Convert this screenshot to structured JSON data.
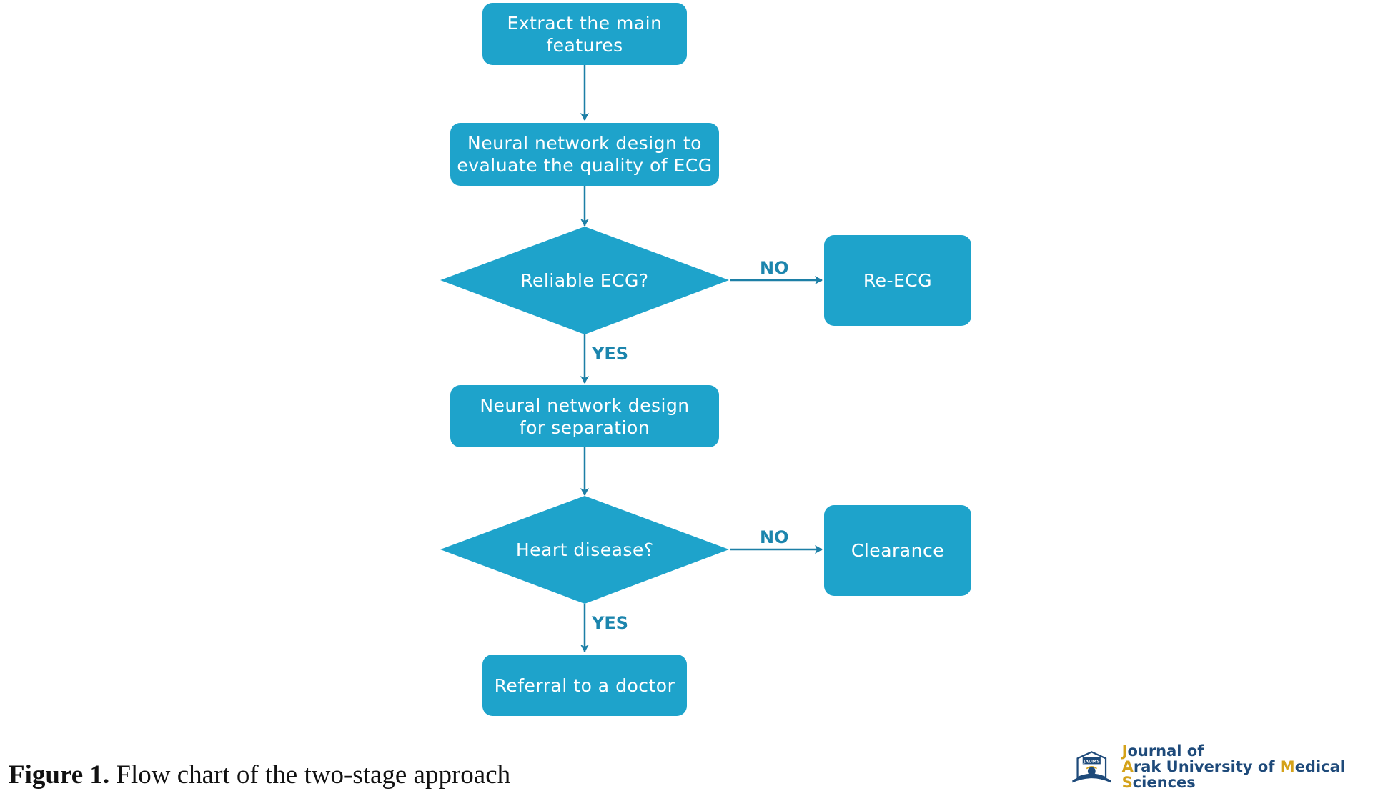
{
  "nodes": {
    "extract": "Extract the main\nfeatures",
    "nn_quality": "Neural network design to\nevaluate the quality of ECG",
    "reliable": "Reliable ECG?",
    "re_ecg": "Re-ECG",
    "nn_separation": "Neural network design\nfor separation",
    "heart": "Heart disease؟",
    "clearance": "Clearance",
    "referral": "Referral to a doctor"
  },
  "edges": {
    "no_1": "NO",
    "yes_1": "YES",
    "no_2": "NO",
    "yes_2": "YES"
  },
  "caption": {
    "label": "Figure 1.",
    "text": " Flow chart of the two-stage approach"
  },
  "logo": {
    "line1_first": "J",
    "line1_rest": "ournal of",
    "line2_a": "A",
    "line2_b": "rak University of ",
    "line2_c": "M",
    "line2_d": "edical ",
    "line2_e": "S",
    "line2_f": "ciences",
    "emblem_text": "JAUMS"
  },
  "colors": {
    "node_fill": "#1ea3cb",
    "arrow": "#1c7fa6",
    "label": "#1c85ad"
  }
}
